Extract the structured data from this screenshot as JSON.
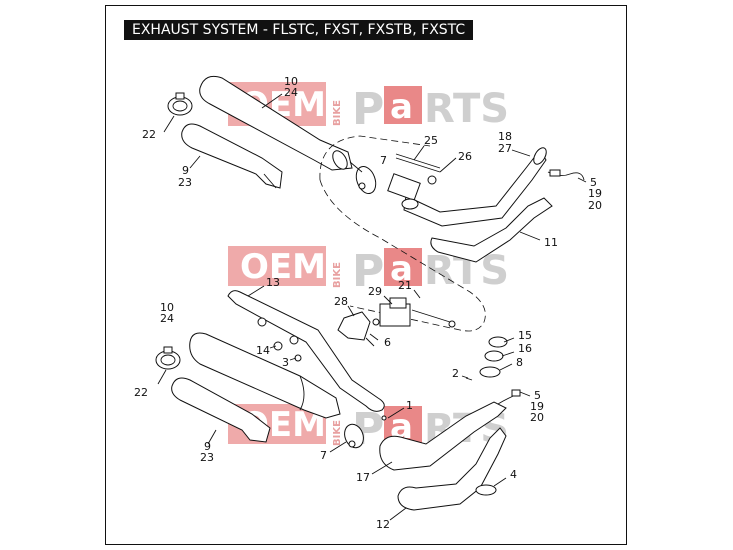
{
  "title": "EXHAUST SYSTEM - FLSTC, FXST, FXSTB, FXSTC",
  "watermark": {
    "oem": "OEM",
    "bike": "BIKE",
    "p": "P",
    "a": "a",
    "rts": "RTS"
  },
  "colors": {
    "watermark_red": "#e05555",
    "watermark_gray": "#cfcfcf",
    "ink": "#111111"
  },
  "callouts": {
    "c10a": "10",
    "c24a": "24",
    "c22a": "22",
    "c9a": "9",
    "c23a": "23",
    "c7a": "7",
    "c25": "25",
    "c26": "26",
    "c18": "18",
    "c27": "27",
    "c5a": "5",
    "c19a": "19",
    "c20a": "20",
    "c11": "11",
    "c13": "13",
    "c10b": "10",
    "c24b": "24",
    "c28": "28",
    "c29": "29",
    "c21": "21",
    "c6": "6",
    "c14": "14",
    "c3": "3",
    "c15": "15",
    "c16": "16",
    "c8": "8",
    "c2": "2",
    "c22b": "22",
    "c5b": "5",
    "c19b": "19",
    "c20b": "20",
    "c1": "1",
    "c9b": "9",
    "c23b": "23",
    "c7b": "7",
    "c17": "17",
    "c4": "4",
    "c12": "12"
  }
}
